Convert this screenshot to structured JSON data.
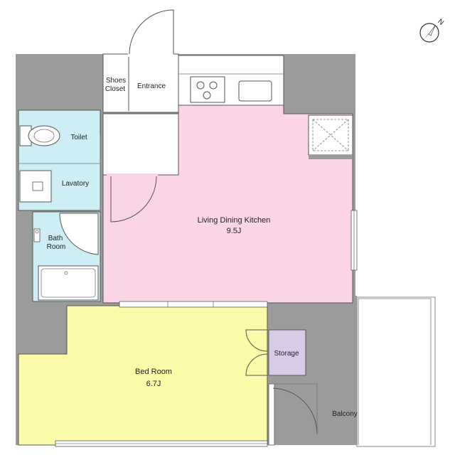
{
  "rooms": {
    "shoes_closet": {
      "line1": "Shoes",
      "line2": "Closet"
    },
    "entrance": "Entrance",
    "toilet": "Toilet",
    "lavatory": "Lavatory",
    "bath_room": {
      "line1": "Bath",
      "line2": "Room"
    },
    "ldk": {
      "name": "Living Dining Kitchen",
      "size": "9.5J"
    },
    "bed_room": {
      "name": "Bed Room",
      "size": "6.7J"
    },
    "storage": "Storage",
    "balcony": "Balcony"
  },
  "compass": {
    "letter": "N",
    "icon": "north-arrow-icon"
  },
  "colors": {
    "wall": "#9b9b9b",
    "ldk": "#fbd5e6",
    "bed_room": "#fafaa8",
    "wet_area": "#cdeef5",
    "storage": "#d9cbe6",
    "white": "#ffffff"
  }
}
